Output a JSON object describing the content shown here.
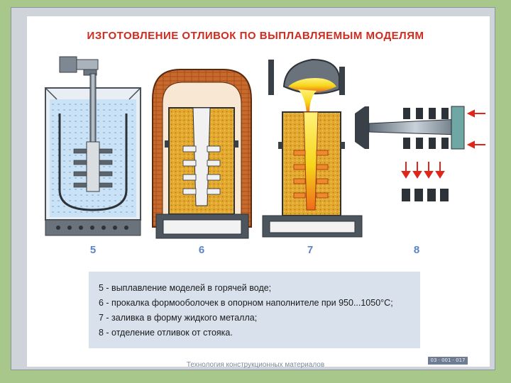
{
  "title": "ИЗГОТОВЛЕНИЕ ОТЛИВОК ПО ВЫПЛАВЛЯЕМЫМ МОДЕЛЯМ",
  "steps": [
    {
      "number": "5",
      "icon": "water-tank-melting-icon"
    },
    {
      "number": "6",
      "icon": "furnace-calcination-icon"
    },
    {
      "number": "7",
      "icon": "ladle-pouring-icon"
    },
    {
      "number": "8",
      "icon": "press-separation-icon"
    }
  ],
  "legend": [
    "5 - выплавление моделей в горячей воде;",
    "6 - прокалка формооболочек в опорном наполнителе при 950...1050°С;",
    "7 - заливка в форму жидкого металла;",
    "8 - отделение отливок от стояка."
  ],
  "footer_caption": "Технология конструкционных материалов",
  "code_badge": "03 · 001 · 017",
  "colors": {
    "background": "#a7c88a",
    "title": "#d12a1e",
    "step_number": "#5b84c4",
    "legend_box": "#d9e1ec",
    "sand": "#e3a92e",
    "brick": "#a9521f",
    "metal": "#f4dd1e",
    "water": "#c9e2f5"
  }
}
